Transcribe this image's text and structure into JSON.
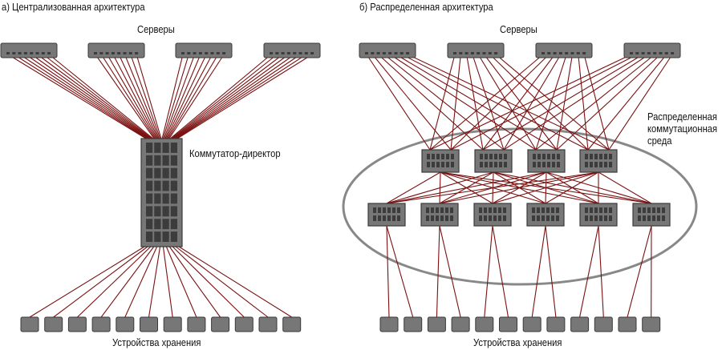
{
  "colors": {
    "device_fill": "#777777",
    "device_stroke": "#3a3a3a",
    "port_fill": "#3c3c3c",
    "link": "#7a1010",
    "fabric_ellipse": "#888888",
    "text": "#111111"
  },
  "panel_a": {
    "title": "а) Централизованная архитектура",
    "servers_label": "Серверы",
    "director_label": "Коммутатор-директор",
    "storage_label": "Устройства хранения",
    "server_count": 4,
    "ports_per_server": 8,
    "director_port_rows": 8,
    "director_port_cols": 4,
    "storage_count": 12
  },
  "panel_b": {
    "title": "б) Распределенная архитектура",
    "servers_label": "Серверы",
    "fabric_label": [
      "Распределенная",
      "коммутационная",
      "среда"
    ],
    "storage_label": "Устройства хранения",
    "server_count": 4,
    "ports_per_server": 8,
    "top_switch_count": 4,
    "bottom_switch_count": 6,
    "switch_port_rows": 2,
    "switch_port_cols": 6,
    "storage_count": 12,
    "storage_per_bottom_switch": 2,
    "topology": "each server connects to every top switch; each top switch connects to every bottom switch; each bottom switch connects to two storage devices"
  }
}
